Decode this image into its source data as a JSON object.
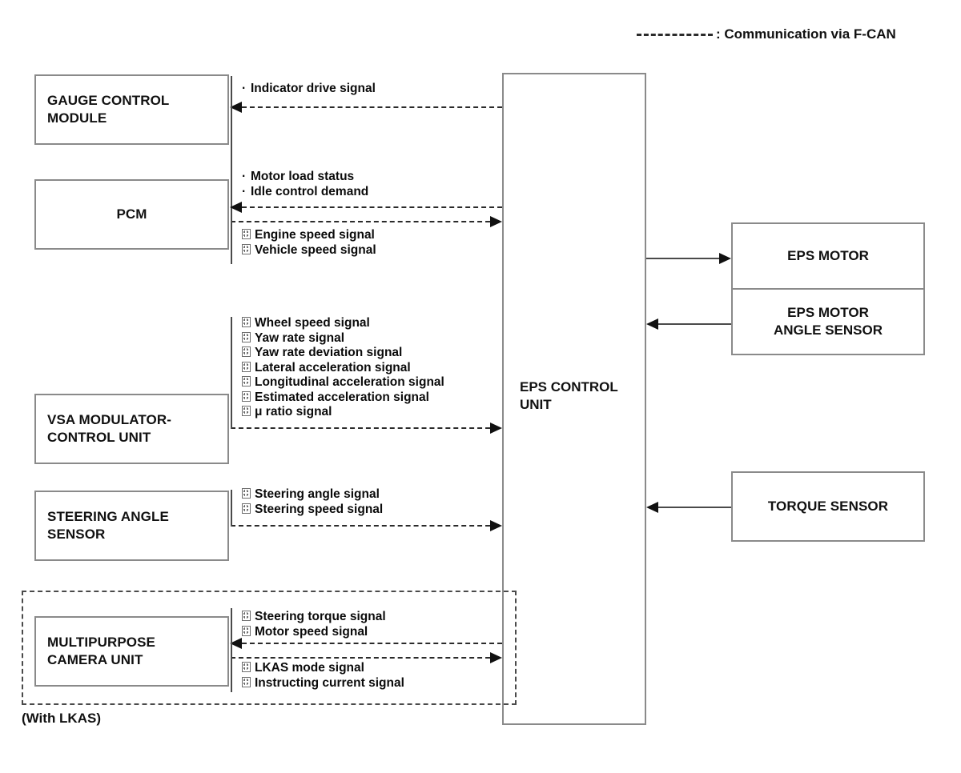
{
  "legend": {
    "dash_icon": "dashed-line-icon",
    "text": ": Communication via F-CAN"
  },
  "central_unit": {
    "label": "EPS CONTROL\nUNIT"
  },
  "left_components": [
    {
      "id": "gauge-control-module",
      "label": "GAUGE CONTROL\nMODULE",
      "align": "left"
    },
    {
      "id": "pcm",
      "label": "PCM",
      "align": "center"
    },
    {
      "id": "vsa-modulator-control-unit",
      "label": "VSA MODULATOR-\nCONTROL UNIT",
      "align": "left"
    },
    {
      "id": "steering-angle-sensor",
      "label": "STEERING ANGLE\nSENSOR",
      "align": "left"
    },
    {
      "id": "multipurpose-camera-unit",
      "label": "MULTIPURPOSE\nCAMERA UNIT",
      "align": "left"
    }
  ],
  "right_components": [
    {
      "id": "eps-motor",
      "label": "EPS MOTOR"
    },
    {
      "id": "eps-motor-angle-sensor",
      "label": "EPS MOTOR\nANGLE SENSOR"
    },
    {
      "id": "torque-sensor",
      "label": "TORQUE SENSOR"
    }
  ],
  "signal_groups": {
    "gauge_to_unit": {
      "direction": "to-gauge-control-module",
      "line_style": "dashed",
      "items": [
        {
          "bullet": "dot",
          "text": "Indicator drive signal"
        }
      ]
    },
    "unit_to_pcm": {
      "direction": "to-pcm",
      "line_style": "dashed",
      "items": [
        {
          "bullet": "dot",
          "text": "Motor load status"
        },
        {
          "bullet": "dot",
          "text": "Idle control demand"
        }
      ]
    },
    "pcm_to_unit": {
      "direction": "to-eps-control-unit",
      "line_style": "dashed",
      "items": [
        {
          "bullet": "tofu",
          "text": "Engine speed signal"
        },
        {
          "bullet": "tofu",
          "text": "Vehicle speed signal"
        }
      ]
    },
    "vsa_to_unit": {
      "direction": "to-eps-control-unit",
      "line_style": "dashed",
      "items": [
        {
          "bullet": "tofu",
          "text": "Wheel speed signal"
        },
        {
          "bullet": "tofu",
          "text": "Yaw rate signal"
        },
        {
          "bullet": "tofu",
          "text": "Yaw rate deviation signal"
        },
        {
          "bullet": "tofu",
          "text": "Lateral acceleration signal"
        },
        {
          "bullet": "tofu",
          "text": "Longitudinal acceleration signal"
        },
        {
          "bullet": "tofu",
          "text": "Estimated acceleration signal"
        },
        {
          "bullet": "tofu",
          "text": "μ ratio signal"
        }
      ]
    },
    "steering_to_unit": {
      "direction": "to-eps-control-unit",
      "line_style": "dashed",
      "items": [
        {
          "bullet": "tofu",
          "text": "Steering angle signal"
        },
        {
          "bullet": "tofu",
          "text": "Steering speed signal"
        }
      ]
    },
    "unit_to_camera": {
      "direction": "to-multipurpose-camera-unit",
      "line_style": "dashed",
      "items": [
        {
          "bullet": "tofu",
          "text": "Steering torque signal"
        },
        {
          "bullet": "tofu",
          "text": "Motor speed signal"
        }
      ]
    },
    "camera_to_unit": {
      "direction": "to-eps-control-unit",
      "line_style": "dashed",
      "items": [
        {
          "bullet": "tofu",
          "text": "LKAS mode signal"
        },
        {
          "bullet": "tofu",
          "text": "Instructing current signal"
        }
      ]
    }
  },
  "lkas_group": {
    "caption": "(With LKAS)",
    "border_style": "dash-dot"
  },
  "colors": {
    "box_border": "#8a8a8a",
    "connector": "#2b2b2b",
    "text": "#111111",
    "background": "#ffffff"
  }
}
